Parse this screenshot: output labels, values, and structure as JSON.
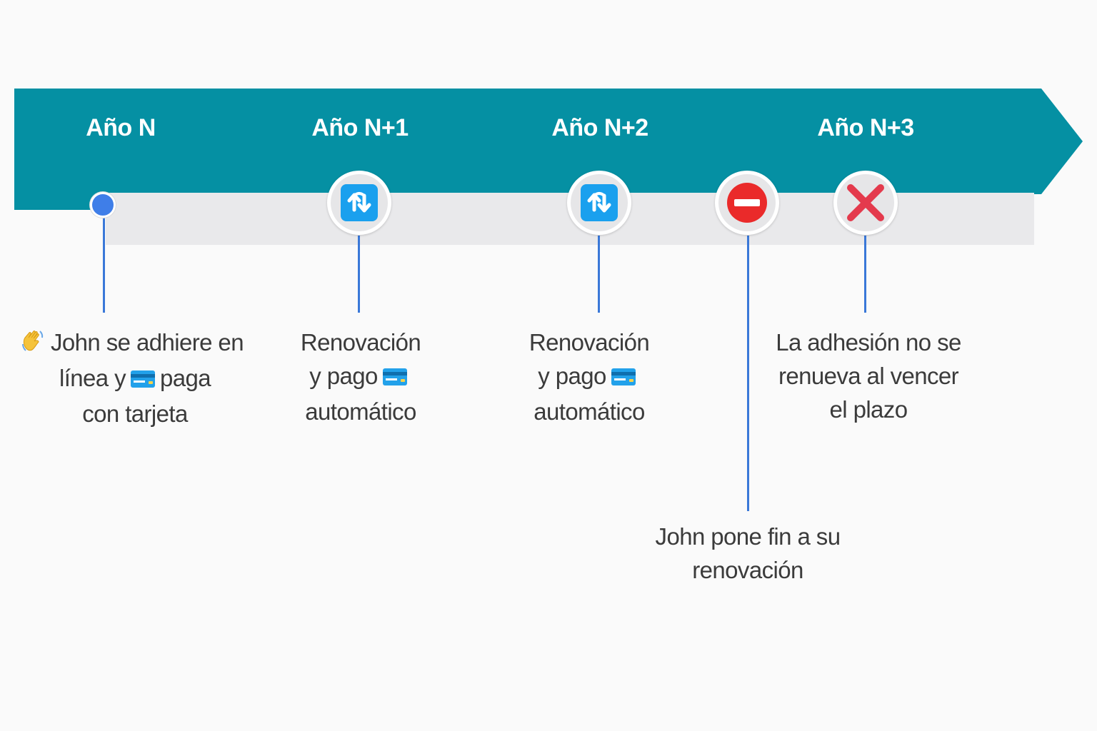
{
  "colors": {
    "band": "#0590a3",
    "track": "#e9e9eb",
    "stem": "#3a78d8",
    "dot": "#3f7ee8",
    "renew_icon": "#1aa0ee",
    "stop_icon": "#ea2a2a",
    "cross_icon": "#e43a4d",
    "text": "#3b3b3b"
  },
  "timeline": {
    "years": [
      {
        "label": "Año N"
      },
      {
        "label": "Año N+1"
      },
      {
        "label": "Año N+2"
      },
      {
        "label": "Año N+3"
      }
    ],
    "markers": [
      {
        "icon": "start-dot-icon"
      },
      {
        "icon": "renew-arrows-icon"
      },
      {
        "icon": "renew-arrows-icon"
      },
      {
        "icon": "no-entry-icon"
      },
      {
        "icon": "cross-mark-icon"
      }
    ],
    "events": {
      "join": {
        "icons": [
          "waving-hand-icon",
          "credit-card-icon"
        ],
        "line1_part1": "John se adhiere en",
        "line2_part1": "línea y",
        "line2_part2": "paga",
        "line3": "con tarjeta"
      },
      "renew1": {
        "icons": [
          "credit-card-icon"
        ],
        "line1": "Renovación",
        "line2": "y pago",
        "line3": "automático"
      },
      "renew2": {
        "icons": [
          "credit-card-icon"
        ],
        "line1": "Renovación",
        "line2": "y pago",
        "line3": "automático"
      },
      "cancel": {
        "line1": "John pone fin a su",
        "line2": "renovación"
      },
      "expire": {
        "line1": "La adhesión no se",
        "line2": "renueva al vencer",
        "line3": "el plazo"
      }
    }
  }
}
